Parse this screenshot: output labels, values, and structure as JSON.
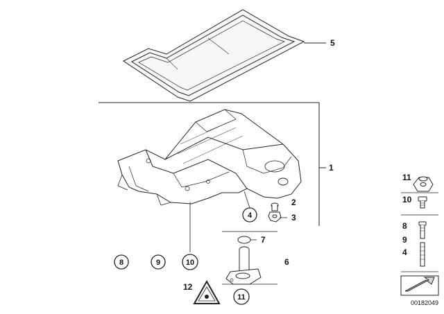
{
  "diagram": {
    "callouts": {
      "c1": "1",
      "c2": "2",
      "c3": "3",
      "c4_circle": "4",
      "c5": "5",
      "c6": "6",
      "c7": "7",
      "c8_circle": "8",
      "c9_circle": "9",
      "c10_circle": "10",
      "c11_circle": "11",
      "c12": "12"
    },
    "side_legend": {
      "s11": "11",
      "s10": "10",
      "s8": "8",
      "s9": "9",
      "s4": "4"
    },
    "image_code": "00182049",
    "colors": {
      "line": "#222222",
      "fill": "#ffffff",
      "shade": "#d9d9d9"
    }
  }
}
